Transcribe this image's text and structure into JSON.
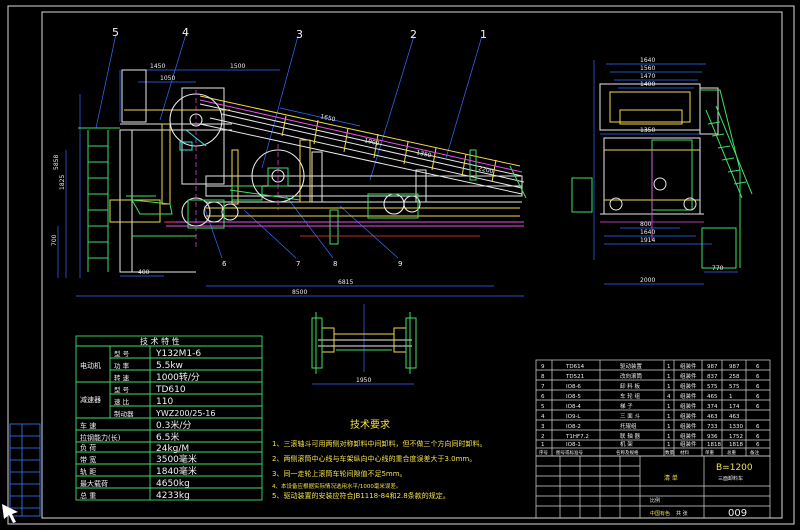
{
  "part_labels": [
    "5",
    "4",
    "3",
    "2",
    "1"
  ],
  "bottom_labels": [
    "6",
    "7",
    "8",
    "9"
  ],
  "dims_main": {
    "d1450": "1450",
    "d1050": "1050",
    "d1500": "1500",
    "d1650": "1650",
    "d6815": "6815",
    "d8500": "8500",
    "d5858": "5858",
    "d1825": "1825",
    "d700": "700",
    "d400": "400",
    "d2200": "2200",
    "slope1": "1900",
    "slope2": "1350"
  },
  "dims_side": {
    "top": [
      "1640",
      "1560",
      "1470",
      "1400"
    ],
    "d1350": "1350",
    "d1640": "1640",
    "d1914": "1914",
    "d800": "800",
    "d2000": "2000",
    "d770": "770"
  },
  "dims_small": {
    "d1950": "1950"
  },
  "spec_table": {
    "title": "技 术 特 性",
    "rows": [
      {
        "group": "电动机",
        "items": [
          [
            "型  号",
            "Y132M1-6"
          ],
          [
            "功  率",
            "5.5kw"
          ],
          [
            "转  速",
            "1000转/分"
          ]
        ]
      },
      {
        "group": "减速器",
        "items": [
          [
            "型  号",
            "TD610"
          ],
          [
            "速  比",
            "110"
          ],
          [
            "制动器",
            "YWZ200/25-16"
          ]
        ]
      }
    ],
    "rest": [
      [
        "车  速",
        "0.3米/分"
      ],
      [
        "拉钢能力(长)",
        "6.5米"
      ],
      [
        "负  荷",
        "24kg/M"
      ],
      [
        "带  宽",
        "3500毫米"
      ],
      [
        "轨  距",
        "1840毫米"
      ],
      [
        "最大载荷",
        "4650kg"
      ],
      [
        "总  重",
        "4233kg"
      ]
    ]
  },
  "requirements": {
    "title": "技术要求",
    "items": [
      "1、三滚轴斗可用两侧对称卸料中间卸料，但不做三个方向同时卸料。",
      "2、两侧滚筒中心线与车架纵向中心线的重合度误差大于3.0mm。",
      "3、同一走轮上滚筒车轮间隙值不足5mm。",
      "4、本设备应根据实际情况选用水平/1000毫米误差。",
      "5、驱动装置的安装应符合JB1118-84和2.8条款的规定。"
    ]
  },
  "parts_list": [
    [
      "9",
      "TD614",
      "驱动装置",
      "1",
      "组装件",
      "987",
      "987",
      "6"
    ],
    [
      "8",
      "TD521",
      "改向滚筒",
      "1",
      "组装件",
      "837",
      "258",
      "6"
    ],
    [
      "7",
      "IO8-6",
      "卸 料 板",
      "1",
      "组装件",
      "575",
      "575",
      "6"
    ],
    [
      "6",
      "IO8-5",
      "车 轮 组",
      "4",
      "组装件",
      "465",
      "1",
      "6"
    ],
    [
      "5",
      "IO8-4",
      "梯  子",
      "1",
      "组装件",
      "374",
      "174",
      "6"
    ],
    [
      "4",
      "IO9-L",
      "三 面 斗",
      "1",
      "组装件",
      "463",
      "463",
      ""
    ],
    [
      "3",
      "IO8-2",
      "托辊组",
      "1",
      "组装件",
      "733",
      "1330",
      "6"
    ],
    [
      "2",
      "T1HF7.2",
      "联 轴 器",
      "1",
      "组装件",
      "936",
      "1752",
      "6"
    ],
    [
      "1",
      "IO8-1",
      "机  架",
      "1",
      "组装件",
      "1818",
      "1818",
      "6"
    ]
  ],
  "parts_header": [
    "序号",
    "图号或标准号",
    "名称及规格",
    "数量",
    "材料",
    "单重",
    "总重",
    "备注"
  ],
  "title_block": {
    "name": "B=1200",
    "sub": "三面卸料车",
    "drawing_no": "009",
    "unit": "清 单",
    "company": "中国有色",
    "scale": "比例",
    "sheet": "共 张"
  }
}
